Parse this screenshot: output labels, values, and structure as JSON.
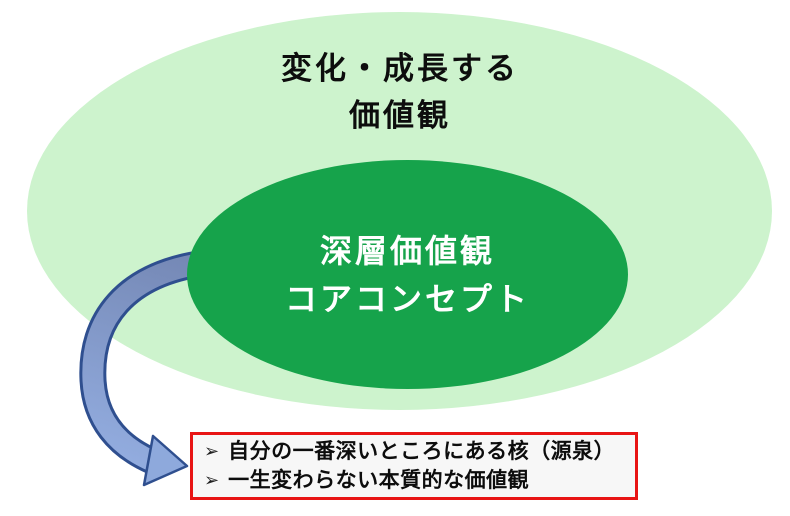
{
  "diagram": {
    "outer_ellipse": {
      "label_line1": "変化・成長する",
      "label_line2": "価値観",
      "fill": "#CDF3CD",
      "text_color": "#0D0D0D"
    },
    "inner_ellipse": {
      "label_line1": "深層価値観",
      "label_line2": "コアコンセプト",
      "fill": "#16A34B",
      "text_color": "#FFFFFF"
    },
    "arrow": {
      "shape": "curved-block-arrow",
      "fill_start": "#7487B4",
      "fill_end": "#93ADE0",
      "outline": "#2F4F8F"
    },
    "callout_box": {
      "border_color": "#E81414",
      "background": "#F7F7F7",
      "bullet_icon": "➢",
      "items": [
        "自分の一番深いところにある核（源泉）",
        "一生変わらない本質的な価値観"
      ]
    }
  }
}
